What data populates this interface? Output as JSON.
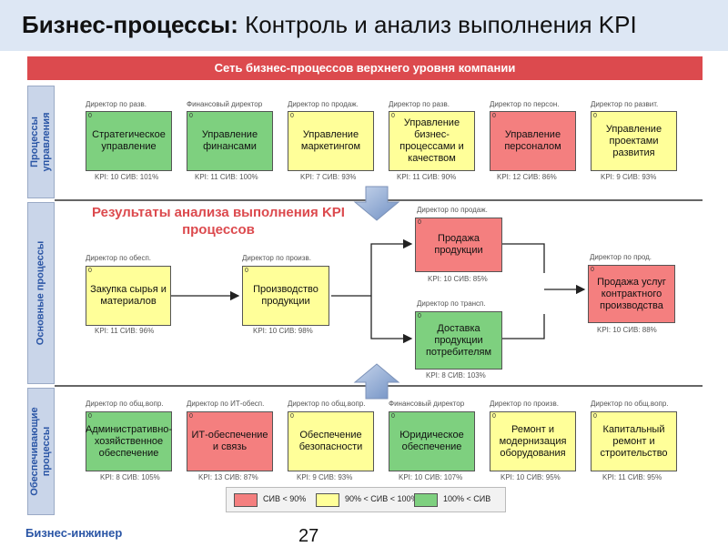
{
  "title": {
    "bold": "Бизнес-процессы:",
    "rest": " Контроль и анализ выполнения KPI"
  },
  "banner": "Сеть бизнес-процессов верхнего уровня компании",
  "sections": {
    "management": "Процессы управления",
    "core": "Основные процессы",
    "support": "Обеспечивающие процессы"
  },
  "results": "Результаты анализа выполнения KPI процессов",
  "corner_marker": "0",
  "management": [
    {
      "label": "Стратегическое управление",
      "owner": "Директор по разв.",
      "kpi": "KPI: 10   СИВ: 101%",
      "color": "green"
    },
    {
      "label": "Управление финансами",
      "owner": "Финансовый директор",
      "kpi": "KPI: 11   СИВ: 100%",
      "color": "green"
    },
    {
      "label": "Управление маркетингом",
      "owner": "Директор по продаж.",
      "kpi": "KPI: 7   СИВ: 93%",
      "color": "yellow"
    },
    {
      "label": "Управление бизнес-процессами и качеством",
      "owner": "Директор по разв.",
      "kpi": "KPI: 11   СИВ: 90%",
      "color": "yellow"
    },
    {
      "label": "Управление персоналом",
      "owner": "Директор по персон.",
      "kpi": "KPI: 12   СИВ: 86%",
      "color": "red"
    },
    {
      "label": "Управление проектами развития",
      "owner": "Директор по развит.",
      "kpi": "KPI: 9   СИВ: 93%",
      "color": "yellow"
    }
  ],
  "core": [
    {
      "label": "Закупка сырья и материалов",
      "owner": "Директор по обесп.",
      "kpi": "KPI: 11   СИВ: 96%",
      "color": "yellow"
    },
    {
      "label": "Производство продукции",
      "owner": "Директор по произв.",
      "kpi": "KPI: 10   СИВ: 98%",
      "color": "yellow"
    },
    {
      "label": "Продажа продукции",
      "owner": "Директор по продаж.",
      "kpi": "KPI: 10   СИВ: 85%",
      "color": "red"
    },
    {
      "label": "Доставка продукции потребителям",
      "owner": "Директор по трансп.",
      "kpi": "KPI: 8   СИВ: 103%",
      "color": "green"
    },
    {
      "label": "Продажа услуг контрактного производства",
      "owner": "Директор по прод.",
      "kpi": "KPI: 10   СИВ: 88%",
      "color": "red"
    }
  ],
  "support": [
    {
      "label": "Административно-хозяйственное обеспечение",
      "owner": "Директор по общ.вопр.",
      "kpi": "KPI: 8   СИВ: 105%",
      "color": "green"
    },
    {
      "label": "ИТ-обеспечение и связь",
      "owner": "Директор по ИТ-обесп.",
      "kpi": "KPI: 13   СИВ: 87%",
      "color": "red"
    },
    {
      "label": "Обеспечение безопасности",
      "owner": "Директор по общ.вопр.",
      "kpi": "KPI: 9   СИВ: 93%",
      "color": "yellow"
    },
    {
      "label": "Юридическое обеспечение",
      "owner": "Финансовый директор",
      "kpi": "KPI: 10   СИВ: 107%",
      "color": "green"
    },
    {
      "label": "Ремонт и модернизация оборудования",
      "owner": "Директор по произв.",
      "kpi": "KPI: 10   СИВ: 95%",
      "color": "yellow"
    },
    {
      "label": "Капитальный ремонт и строительство",
      "owner": "Директор по общ.вопр.",
      "kpi": "KPI: 11   СИВ: 95%",
      "color": "yellow"
    }
  ],
  "legend": [
    {
      "label": "СИВ < 90%",
      "color": "#f47f7f"
    },
    {
      "label": "90% < СИВ < 100%",
      "color": "#ffff99"
    },
    {
      "label": "100% < СИВ",
      "color": "#7ed07f"
    }
  ],
  "footer": "Бизнес-инжинер",
  "page_number": "27"
}
